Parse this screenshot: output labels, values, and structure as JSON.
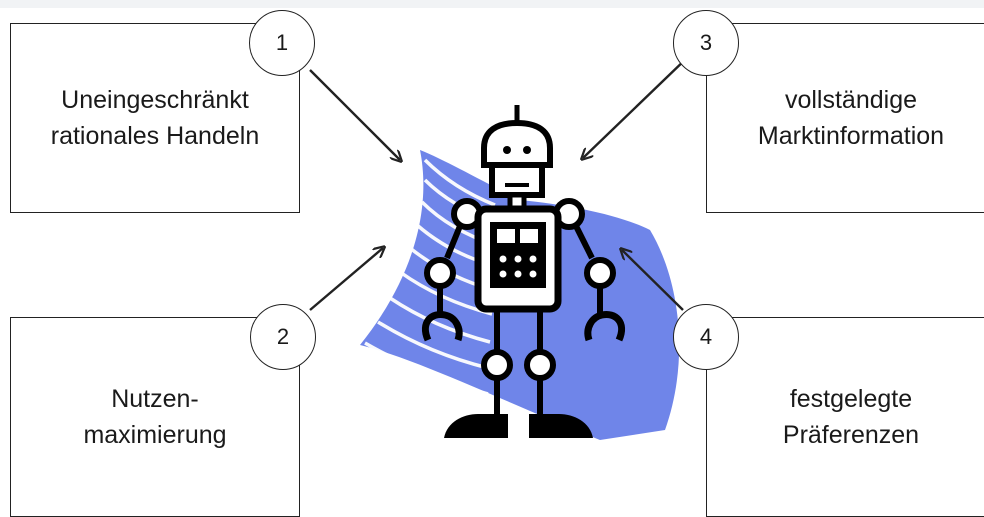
{
  "boxes": [
    {
      "number": "1",
      "text": "Uneingeschränkt\nrationales Handeln"
    },
    {
      "number": "2",
      "text": "Nutzen-\nmaximierung"
    },
    {
      "number": "3",
      "text": "vollständige\nMarktinformation"
    },
    {
      "number": "4",
      "text": "festgelegte\nPräferenzen"
    }
  ],
  "colors": {
    "motion_streak": "#5b74e6",
    "robot": "#000000",
    "line": "#222222"
  },
  "icons": {
    "central": "robot-icon",
    "motion": "motion-streak-icon"
  }
}
